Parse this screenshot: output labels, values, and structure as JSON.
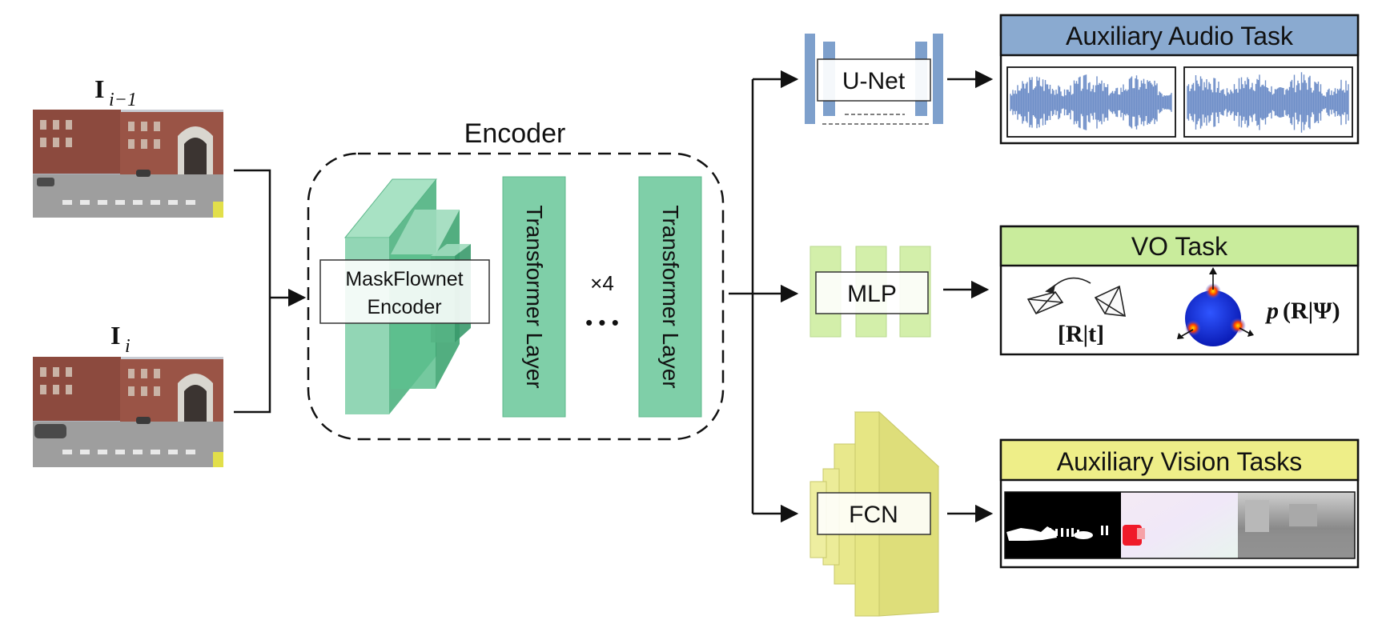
{
  "inputs": {
    "prev_frame": {
      "base": "I",
      "sub": "i−1"
    },
    "cur_frame": {
      "base": "I",
      "sub": "i"
    }
  },
  "encoder": {
    "title": "Encoder",
    "maskflownet_line1": "MaskFlownet",
    "maskflownet_line2": "Encoder",
    "transformer_label": "Transformer  Layer",
    "repeat": "×4",
    "ellipsis": "• • •"
  },
  "heads": {
    "unet": "U-Net",
    "mlp": "MLP",
    "fcn": "FCN"
  },
  "tasks": {
    "audio": {
      "title": "Auxiliary Audio Task",
      "header_color": "#8aaad0",
      "wave_color": "#6f8fc8"
    },
    "vo": {
      "title": "VO Task",
      "header_color": "#c9ec9c",
      "pose": "[R|t]",
      "dist_p": "p",
      "dist_args": "(R|Ψ)"
    },
    "vision": {
      "title": "Auxiliary Vision Tasks",
      "header_color": "#eeee88"
    }
  },
  "colors": {
    "encoder_green": "#7fcfa8",
    "encoder_dark": "#55b384",
    "unet_blue": "#7ea0cc",
    "mlp_green": "#d3efaa",
    "fcn_yellow": "#e6e684"
  }
}
